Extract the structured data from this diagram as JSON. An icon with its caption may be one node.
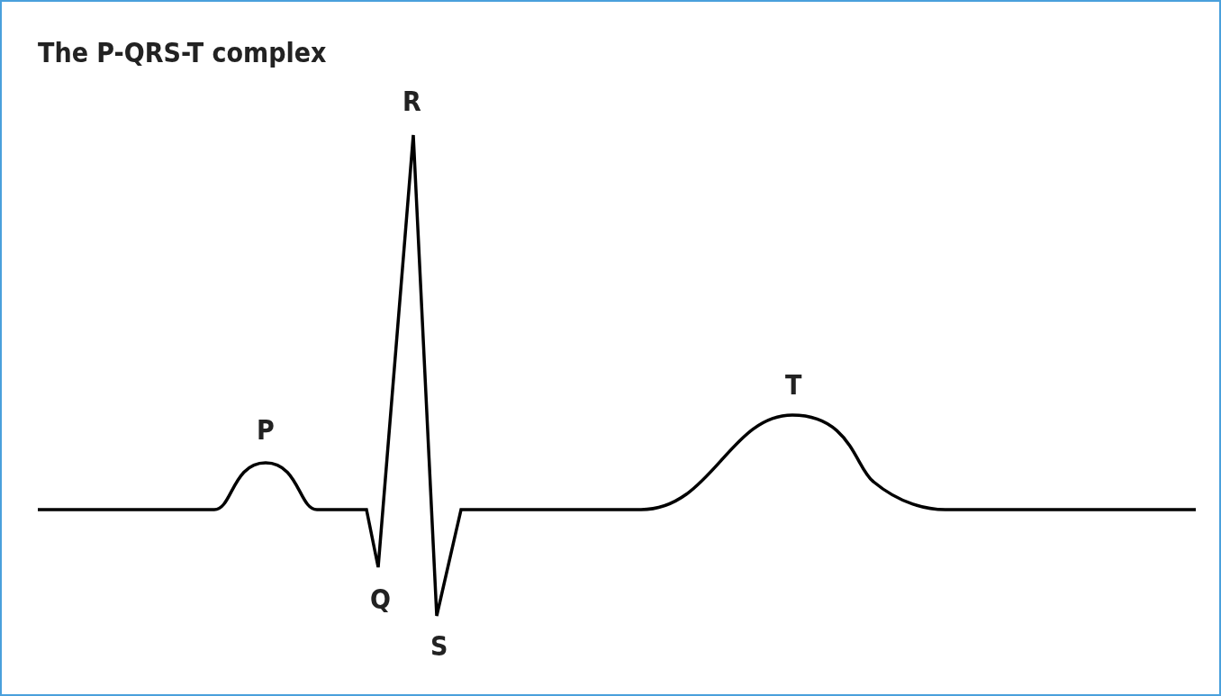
{
  "diagram": {
    "title": "The P-QRS-T complex",
    "labels": [
      "R",
      "T",
      "P",
      "Q",
      "S"
    ]
  }
}
